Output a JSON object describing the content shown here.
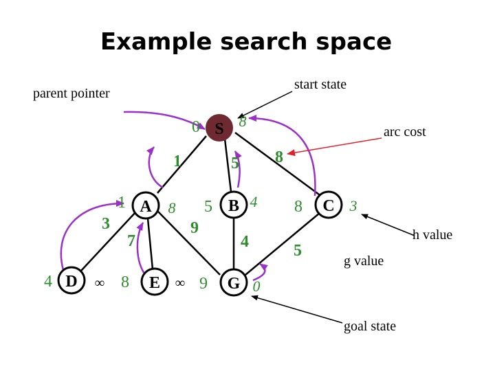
{
  "title": "Example search space",
  "labels": {
    "start_state": "start state",
    "parent_pointer": "parent pointer",
    "arc_cost": "arc cost",
    "h_value": "h value",
    "g_value": "g value",
    "goal_state": "goal state"
  },
  "nodes": {
    "S": {
      "label": "S",
      "g": "0",
      "h": "8"
    },
    "A": {
      "label": "A",
      "g": "1",
      "h": "8"
    },
    "B": {
      "label": "B",
      "g": "5",
      "h": "4"
    },
    "C": {
      "label": "C",
      "g": "8",
      "h": "3"
    },
    "D": {
      "label": "D",
      "g": "4",
      "h": "∞"
    },
    "E": {
      "label": "E",
      "g": "8",
      "h": "∞"
    },
    "G": {
      "label": "G",
      "g": "9",
      "h": "0"
    }
  },
  "edge_costs": {
    "S_A": "1",
    "S_B": "5",
    "S_C": "8",
    "A_D": "3",
    "A_E": "7",
    "A_G": "9",
    "B_G": "4",
    "C_G": "5"
  },
  "colors": {
    "parent_pointer": "#9b30c8",
    "arc_cost_pointer": "#e0202a",
    "g_h_values": "#2e8b2e",
    "start_node_fill": "#6e2a30"
  }
}
